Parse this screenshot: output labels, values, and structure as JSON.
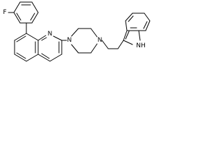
{
  "molecule": {
    "atoms": {
      "fluorine": "F",
      "quinoline_n": "N",
      "piperazine_n1": "N",
      "piperazine_n4": "N",
      "indole_nh": "NH"
    },
    "colors": {
      "bond": "#000000",
      "label": "#000000",
      "background": "#ffffff"
    }
  }
}
